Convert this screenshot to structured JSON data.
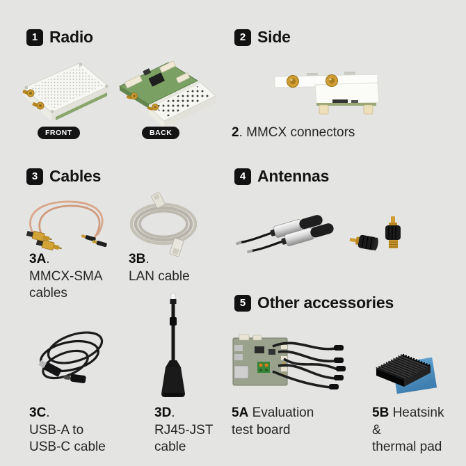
{
  "canvas": {
    "background": "#e4e4e3"
  },
  "sections": {
    "radio": {
      "number": "1",
      "title": "Radio",
      "front_label": "FRONT",
      "back_label": "BACK"
    },
    "side": {
      "number": "2",
      "title": "Side",
      "caption_code": "2",
      "caption_rest": ". MMCX connectors"
    },
    "cables": {
      "number": "3",
      "title": "Cables"
    },
    "antennas": {
      "number": "4",
      "title": "Antennas"
    },
    "other": {
      "number": "5",
      "title": "Other accessories"
    }
  },
  "items": {
    "a3": {
      "code": "3A",
      "dot": ".",
      "line1": "MMCX-SMA",
      "line2": "cables"
    },
    "b3": {
      "code": "3B",
      "dot": ".",
      "line1": "LAN cable"
    },
    "c3": {
      "code": "3C",
      "dot": ".",
      "line1": "USB-A to",
      "line2": "USB-C cable"
    },
    "d3": {
      "code": "3D",
      "dot": ".",
      "line1": "RJ45-JST",
      "line2": "cable"
    },
    "a5": {
      "code": "5A",
      "rest": "Evaluation",
      "line1": "test board"
    },
    "b5": {
      "code": "5B",
      "rest": "Heatsink",
      "line1": "&",
      "line2": "thermal pad"
    }
  },
  "icons": {
    "radio_front": "radio-module-front-photo",
    "radio_back": "radio-module-back-photo",
    "side_view": "radio-module-side-photo",
    "mmcx_sma": "mmcx-sma-cables-photo",
    "lan_cable": "lan-cable-photo",
    "usb_cable": "usb-a-to-usb-c-cable-photo",
    "rj45_jst": "rj45-jst-cable-photo",
    "antennas": "antennas-photo",
    "adapters": "mmcx-adapters-photo",
    "eval_board": "evaluation-test-board-photo",
    "heatsink": "heatsink-thermal-pad-photo"
  },
  "colors": {
    "badge_bg": "#121212",
    "badge_text": "#ffffff",
    "gold": "#cf9d33",
    "copper": "#d9a78a",
    "pcb_green": "#7aa163",
    "shield_white": "#f6f6f2",
    "lan_gray": "#c2beb4",
    "pad_blue": "#4e8fc0",
    "cable_black": "#1c1c1c"
  }
}
